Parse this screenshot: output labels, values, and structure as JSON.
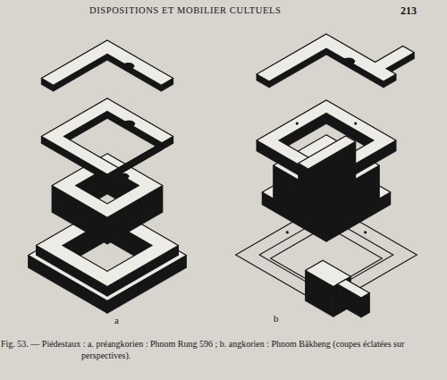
{
  "diagram": {
    "title": "DISPOSITIONS ET MOBILIER CULTUELS",
    "caption": "Fig. 53. — Piédestaux : a. préangkorien : Phnom Rung 596 ; b. angkorien : Phnom Bākheng (coupes éclatées sur perspectives).",
    "labels": [
      "213",
      "a",
      "b"
    ]
  }
}
